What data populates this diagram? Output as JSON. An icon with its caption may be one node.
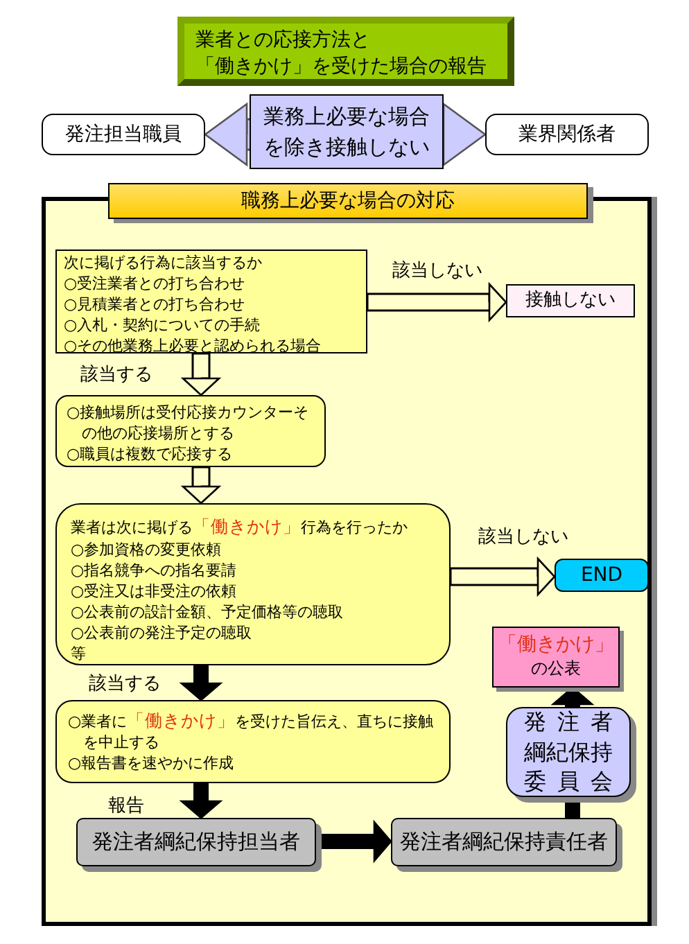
{
  "diagram": {
    "nodes": [
      {
        "text": [
          "業者との応接方法と「働きかけ」を受けた場合の報告"
        ]
      },
      {
        "text": [
          "発注担当職員"
        ]
      },
      {
        "text": [
          "業界関係者"
        ]
      },
      {
        "text": [
          "職務上必要な場合の対応"
        ]
      },
      {
        "text": [
          "次に掲げる行為に該当するか",
          "○受注業者との打ち合わせ",
          "○見積業者との打ち合わせ",
          "○入札・契約についての手続",
          "○その他業務上必要と認められる場合"
        ],
        "in": 3
      },
      {
        "text": [
          "接触しない"
        ],
        "in": 3
      },
      {
        "text": [
          "○接触場所は受付応接カウンターその他の応接場所とする",
          "○職員は複数で応接する"
        ],
        "in": 3
      },
      {
        "text": [
          "業者は次に掲げる**「働きかけ」**行為を行ったか",
          "○参加資格の変更依頼",
          "○指名競争への指名要請",
          "○受注又は非受注の依頼",
          "○公表前の設計金額、予定価格等の聴取",
          "○公表前の発注予定の聴取",
          "等"
        ],
        "in": 3
      },
      {
        "text": [
          "END"
        ],
        "in": 3
      },
      {
        "text": [
          "**「働きかけ」**の公表"
        ],
        "in": 3
      },
      {
        "text": [
          "○業者に**「働きかけ」**を受けた旨伝え、直ちに接触を中止する",
          "○報告書を速やかに作成"
        ],
        "in": 3
      },
      {
        "text": [
          "発注者綱紀保持委員会"
        ],
        "in": 3
      },
      {
        "text": [
          "発注者綱紀保持担当者"
        ],
        "in": 3
      },
      {
        "text": [
          "発注者綱紀保持責任者"
        ],
        "in": 3
      }
    ],
    "edges": [
      {
        "from": 1,
        "to": 2,
        "arrow": "both",
        "label": "業務上必要な場合を除き接触しない"
      },
      {
        "from": 4,
        "to": 5,
        "arrow": "to",
        "label": "該当しない"
      },
      {
        "from": 4,
        "to": 6,
        "arrow": "to",
        "label": "該当する"
      },
      {
        "from": 6,
        "to": 7,
        "arrow": "to"
      },
      {
        "from": 7,
        "to": 8,
        "arrow": "to",
        "label": "該当しない"
      },
      {
        "from": 7,
        "to": 10,
        "arrow": "to",
        "label": "該当する",
        "style": "thick"
      },
      {
        "from": 10,
        "to": 12,
        "arrow": "to",
        "label": "報告",
        "style": "thick"
      },
      {
        "from": 12,
        "to": 13,
        "arrow": "to",
        "style": "thick"
      },
      {
        "from": 13,
        "to": 11,
        "arrow": "none",
        "style": "thick"
      },
      {
        "from": 11,
        "to": 9,
        "arrow": "to",
        "style": "thick"
      }
    ]
  }
}
